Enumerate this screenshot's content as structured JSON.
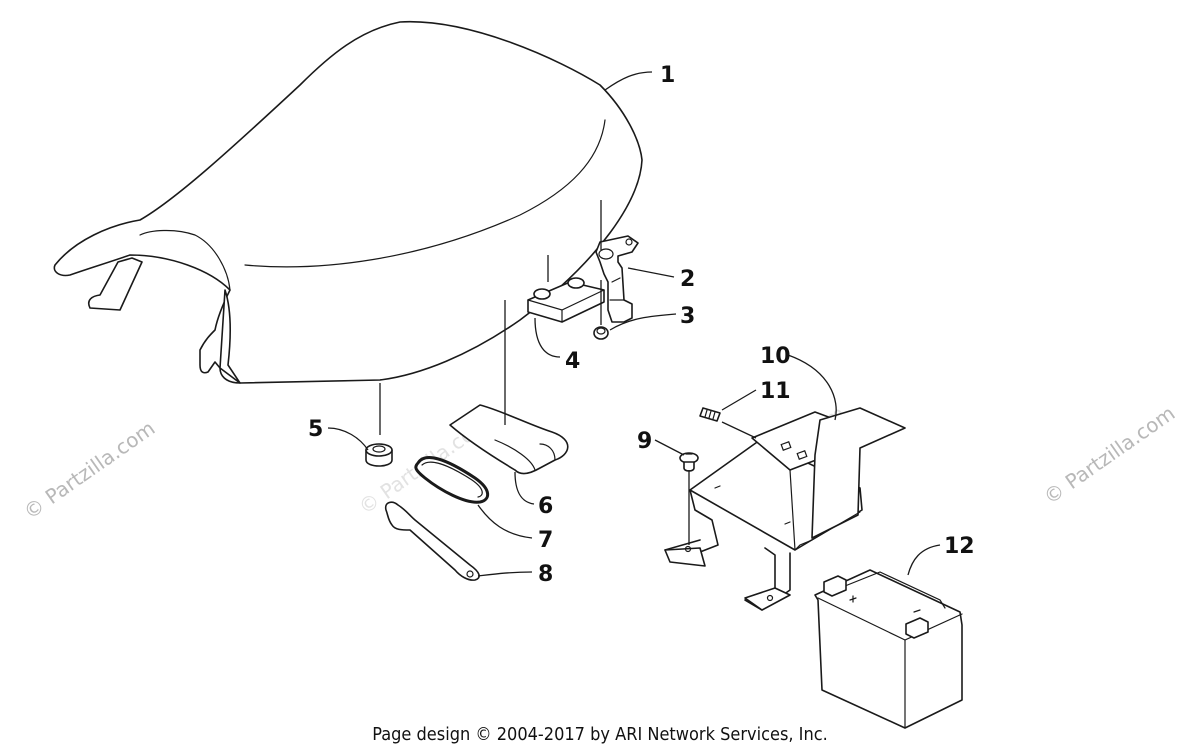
{
  "watermark": {
    "text": "© Partzilla.com"
  },
  "callouts": [
    "1",
    "2",
    "3",
    "4",
    "5",
    "6",
    "7",
    "8",
    "9",
    "10",
    "11",
    "12"
  ],
  "footer": {
    "copyright": "Page design © 2004-2017 by ARI Network Services, Inc."
  },
  "colors": {
    "line": "#1a1a1a",
    "background": "#ffffff",
    "watermark": "#b8b8b8"
  }
}
